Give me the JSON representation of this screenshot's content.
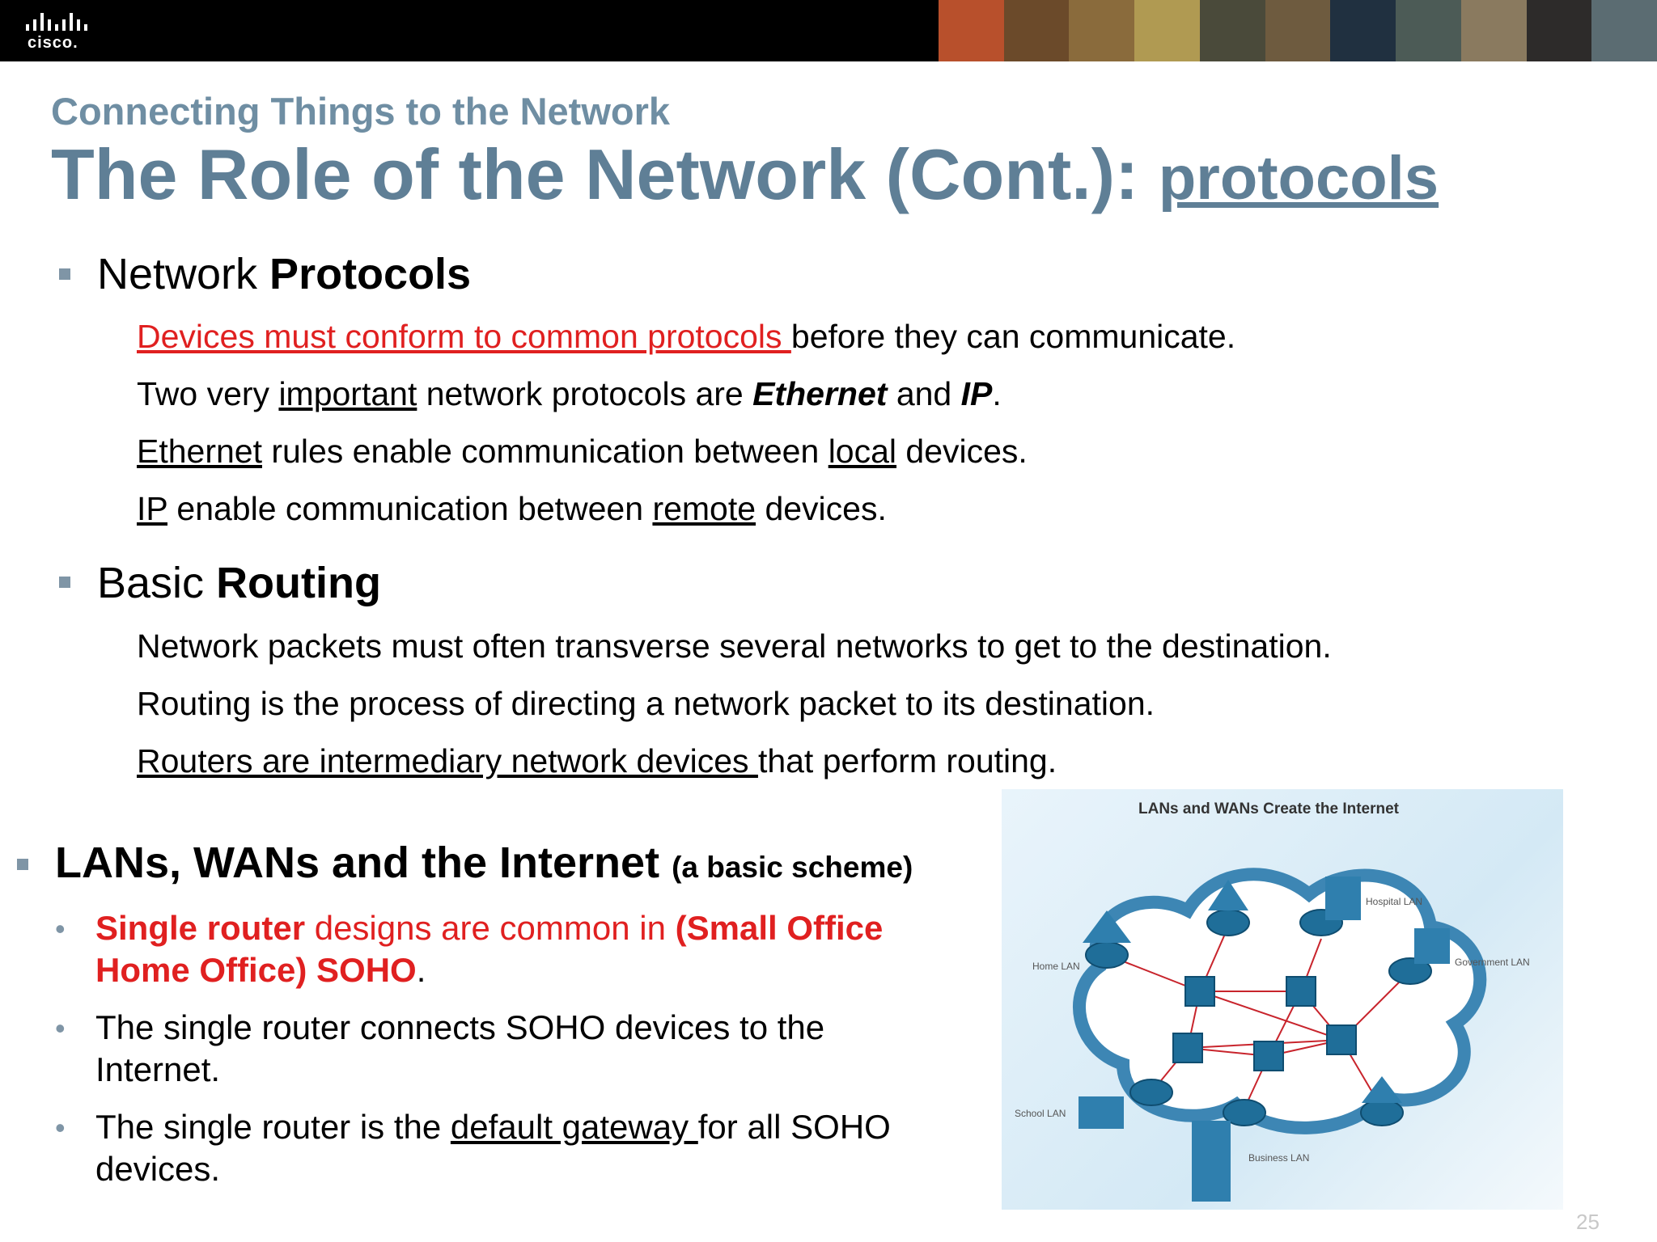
{
  "header": {
    "logo_text": "cisco.",
    "logo_icon": "cisco-bars-icon",
    "photo_colors": [
      "#b8502c",
      "#6b4a2a",
      "#8a6b3c",
      "#b09a52",
      "#4a4a3a",
      "#6e5b3f",
      "#203040",
      "#4c5b56",
      "#8a7a5f",
      "#2d2b2a",
      "#5b6c72"
    ]
  },
  "slide": {
    "subtitle": "Connecting Things to the Network",
    "title_main": "The Role of the Network (Cont.):",
    "title_link": "protocols",
    "page_number": "25"
  },
  "protocols": {
    "heading_normal": "Network ",
    "heading_bold": "Protocols",
    "l1_red": "Devices must conform to common protocols ",
    "l1_rest": "before they can communicate.",
    "l2_a": "Two very ",
    "l2_u": "important",
    "l2_b": " network protocols are ",
    "l2_eth": "Ethernet",
    "l2_and": " and ",
    "l2_ip": "IP",
    "l2_end": ".",
    "l3_u": "Ethernet",
    "l3_a": " rules enable communication between ",
    "l3_local": "local",
    "l3_b": " devices.",
    "l4_u": "IP",
    "l4_a": " enable communication between ",
    "l4_remote": "remote",
    "l4_b": " devices."
  },
  "routing": {
    "heading_normal": "Basic ",
    "heading_bold": "Routing",
    "l1": "Network packets must often transverse several networks to get to the destination.",
    "l2": "Routing is the process of directing a network packet to its destination.",
    "l3_u": "Routers are intermediary network devices ",
    "l3_rest": "that perform routing."
  },
  "lans": {
    "heading": "LANs, WANs and the Internet",
    "heading_small": "(a basic scheme)",
    "b1_bold1": "Single router",
    "b1_a": " designs are common in ",
    "b1_bold2": "(Small Office Home Office) SOHO",
    "b1_end": ".",
    "b2": "The single router connects SOHO devices to the Internet.",
    "b3_a": "The single router is the ",
    "b3_u": "default gateway ",
    "b3_b": "for all SOHO devices."
  },
  "diagram": {
    "title": "LANs and WANs Create the Internet",
    "labels": {
      "hospital": "Hospital LAN",
      "home": "Home LAN",
      "government": "Government LAN",
      "school": "School LAN",
      "business": "Business LAN"
    },
    "colors": {
      "cloud_edge": "#3d86b4",
      "device": "#1f6e99",
      "link": "#c8242c"
    }
  }
}
